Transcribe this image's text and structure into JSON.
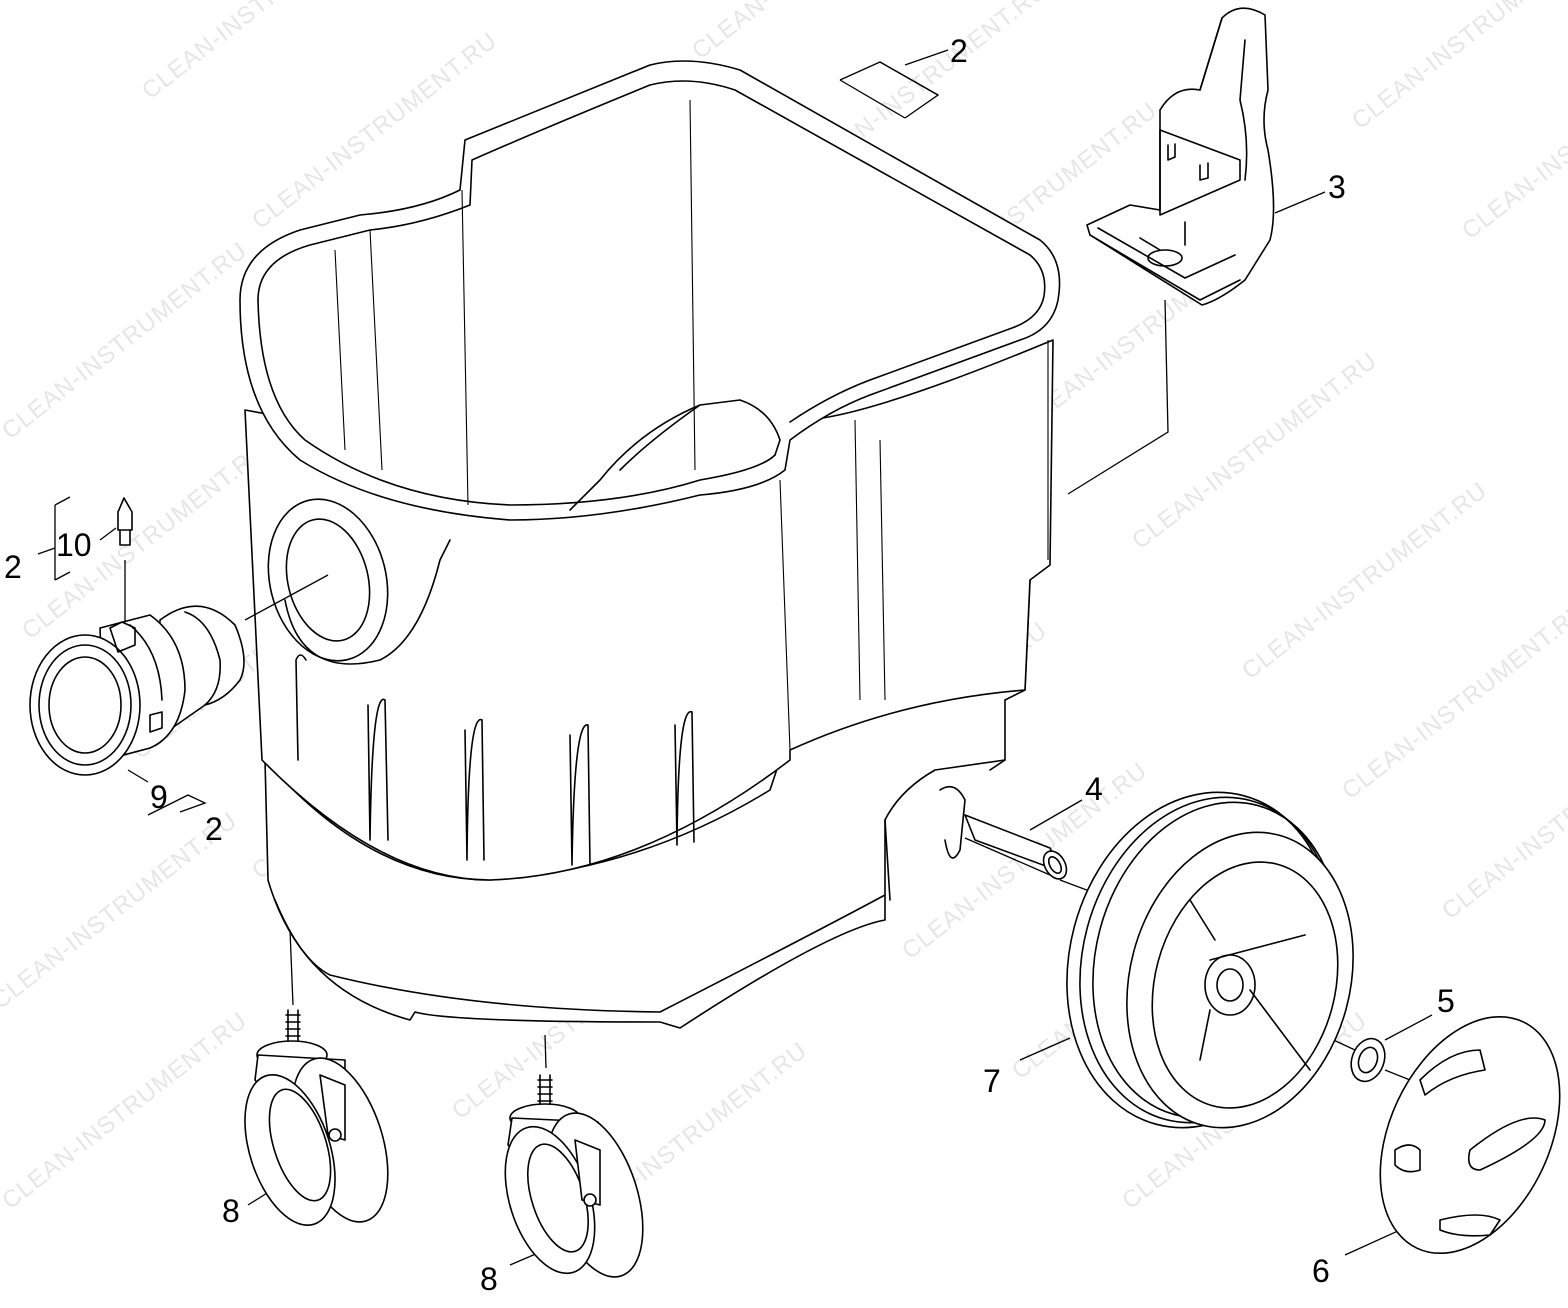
{
  "watermark": {
    "text": "CLEAN-INSTRUMENT.RU"
  },
  "callouts": {
    "c2_top": "2",
    "c3": "3",
    "c10": "10",
    "c2_left": "2",
    "c9": "9",
    "c2_bottom": "2",
    "c4": "4",
    "c5": "5",
    "c6": "6",
    "c7": "7",
    "c8_left": "8",
    "c8_bottom": "8"
  }
}
